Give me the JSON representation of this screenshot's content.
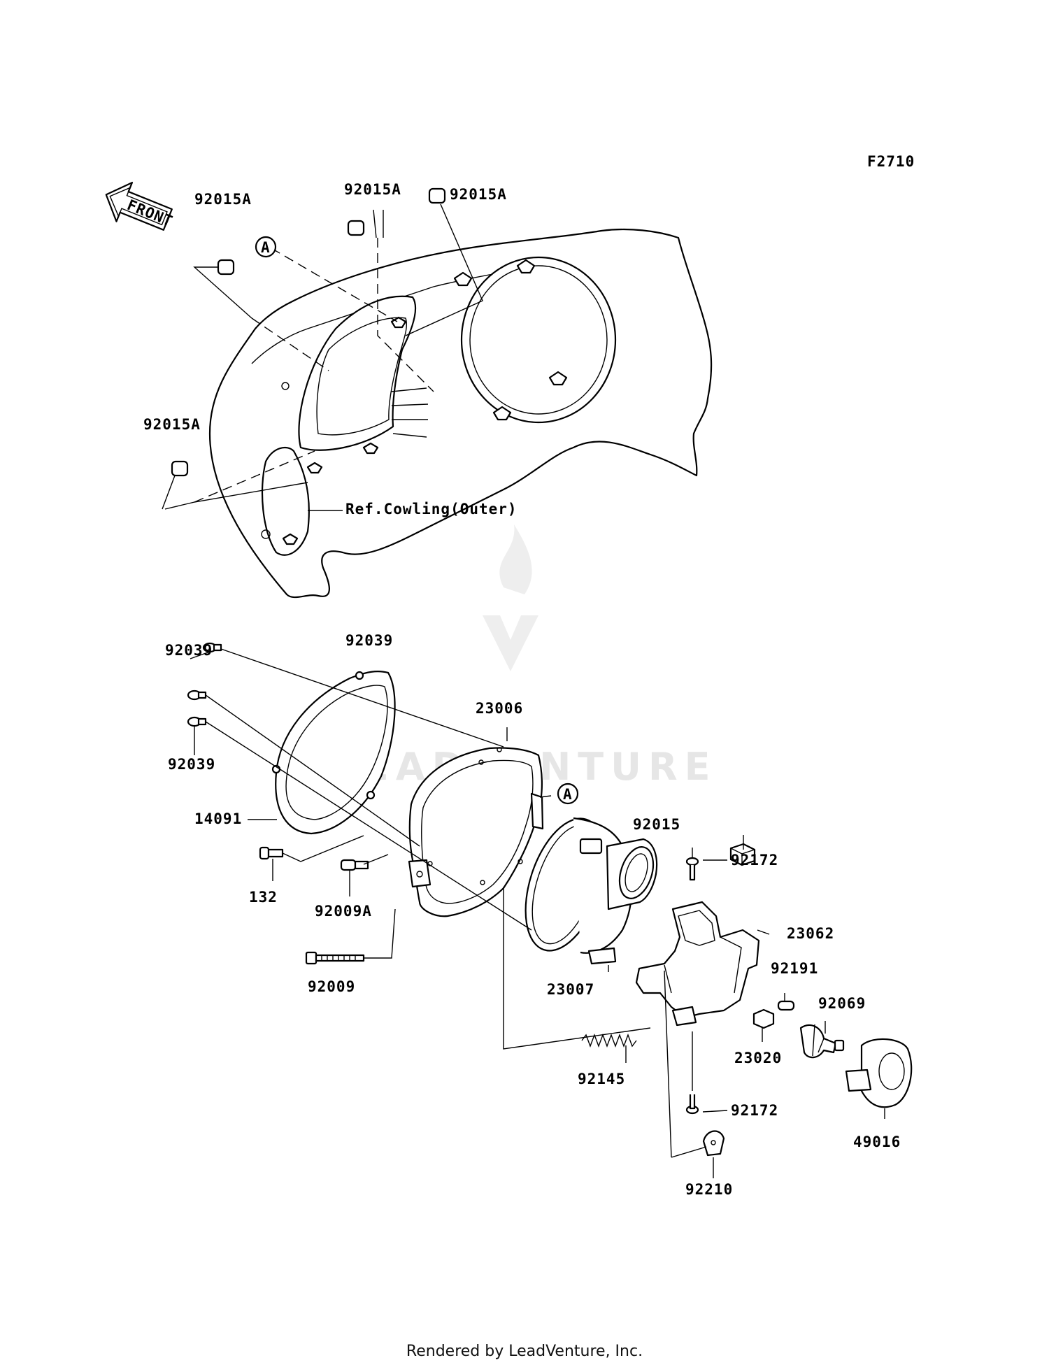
{
  "figure_id": "F2710",
  "front_arrow_text": "FRONT",
  "ref_note": "Ref.Cowling(Outer)",
  "callout_a": "A",
  "watermark": "LEADVENTURE",
  "footer": "Rendered by LeadVenture, Inc.",
  "labels": {
    "p92015A_1": "92015A",
    "p92015A_2": "92015A",
    "p92015A_3": "92015A",
    "p92015A_4": "92015A",
    "p92039_1": "92039",
    "p92039_2": "92039",
    "p92039_3": "92039",
    "p23006": "23006",
    "p14091": "14091",
    "p132": "132",
    "p92009A": "92009A",
    "p92009": "92009",
    "p92015": "92015",
    "p92172_1": "92172",
    "p92172_2": "92172",
    "p23062": "23062",
    "p92191": "92191",
    "p92069": "92069",
    "p23007": "23007",
    "p23020": "23020",
    "p92145": "92145",
    "p49016": "49016",
    "p92210": "92210"
  }
}
